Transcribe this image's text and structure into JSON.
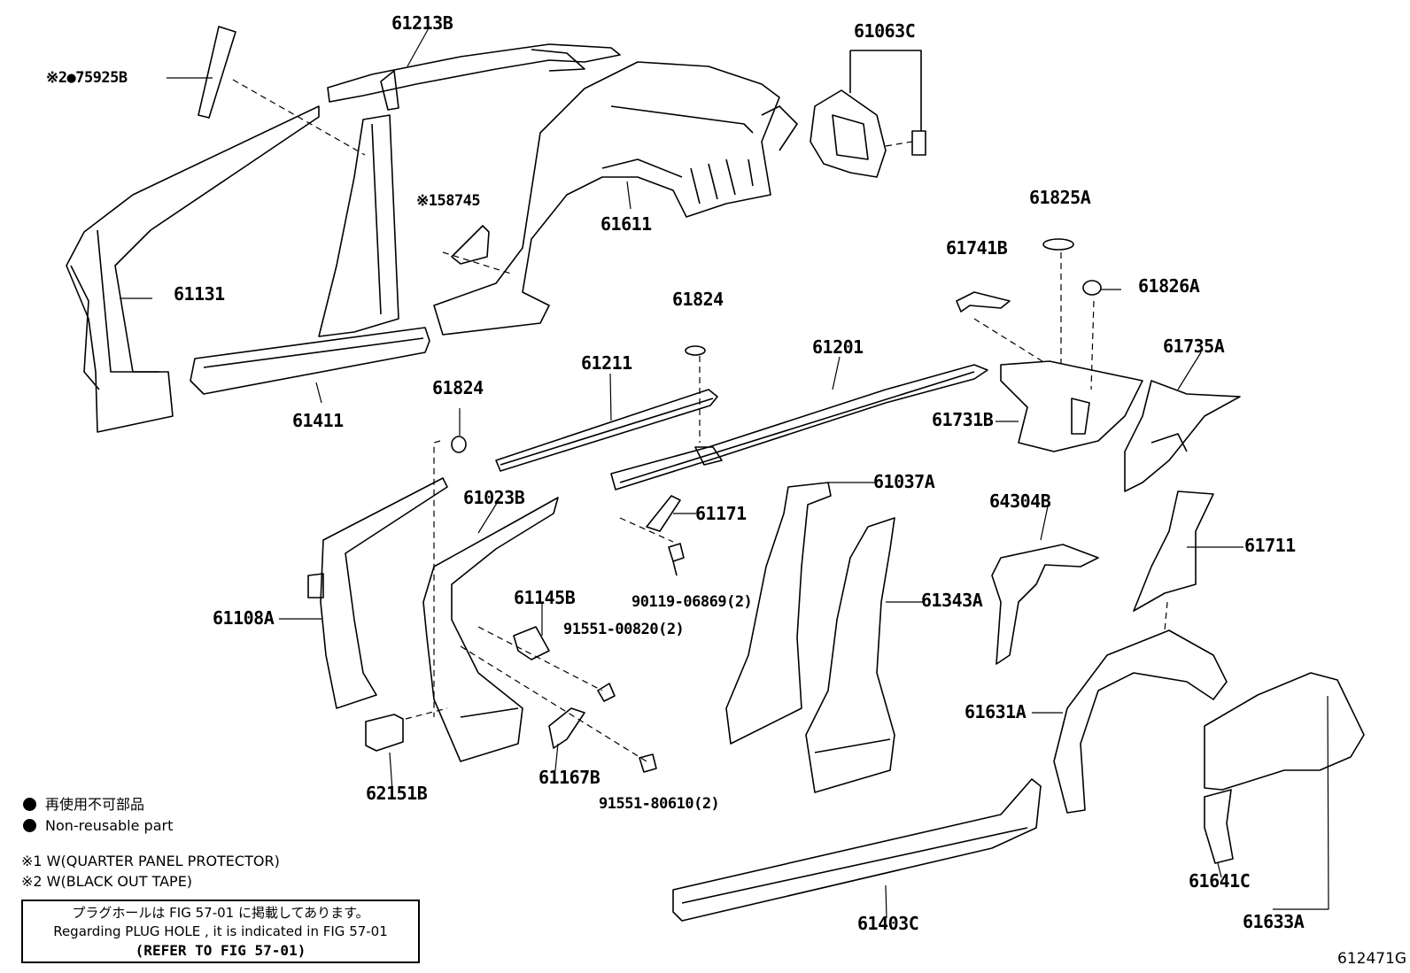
{
  "labels": {
    "p_75925B": "※2●75925B",
    "p_61213B": "61213B",
    "p_61063C": "61063C",
    "p_158745": "※158745",
    "p_61611": "61611",
    "p_61825A": "61825A",
    "p_61131": "61131",
    "p_61741B": "61741B",
    "p_61826A": "61826A",
    "p_61824_top": "61824",
    "p_61735A": "61735A",
    "p_61201": "61201",
    "p_61211": "61211",
    "p_61411": "61411",
    "p_61824_left": "61824",
    "p_61731B": "61731B",
    "p_61037A": "61037A",
    "p_61023B": "61023B",
    "p_61171": "61171",
    "p_64304B": "64304B",
    "p_61711": "61711",
    "p_61343A": "61343A",
    "p_61145B": "61145B",
    "p_90119": "90119-06869(2)",
    "p_61108A": "61108A",
    "p_91551_00820": "91551-00820(2)",
    "p_61631A": "61631A",
    "p_61167B": "61167B",
    "p_62151B": "62151B",
    "p_91551_80610": "91551-80610(2)",
    "p_61403C": "61403C",
    "p_61641C": "61641C",
    "p_61633A": "61633A"
  },
  "legend": {
    "nonreusable_jp": "再使用不可部品",
    "nonreusable_en": "Non-reusable part",
    "note1": "※1 W(QUARTER PANEL PROTECTOR)",
    "note2": "※2 W(BLACK OUT TAPE)"
  },
  "plug_box": {
    "line1": "プラグホールは FIG 57-01 に掲載してあります。",
    "line2": "Regarding  PLUG  HOLE , it is indicated in FIG  57-01",
    "line3": "(REFER TO FIG 57-01)"
  },
  "figure_id": "612471G"
}
